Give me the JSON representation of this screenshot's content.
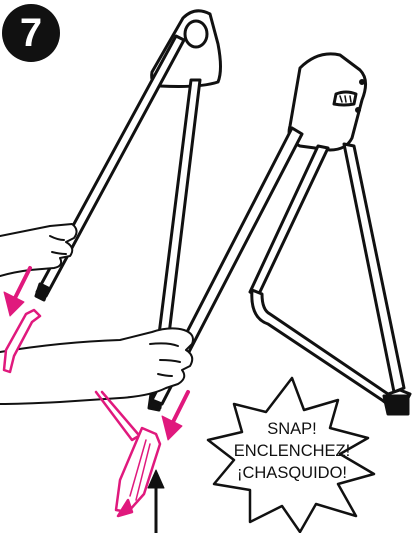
{
  "step": {
    "number": "7"
  },
  "callout": {
    "line1": "SNAP!",
    "line2": "ENCLENCHEZ!",
    "line3": "¡CHASQUIDO!"
  },
  "colors": {
    "ink": "#111111",
    "accent": "#e0197d",
    "background": "#ffffff"
  },
  "icons": [
    "down-arrow-icon",
    "up-arrow-icon",
    "starburst-callout-icon"
  ]
}
